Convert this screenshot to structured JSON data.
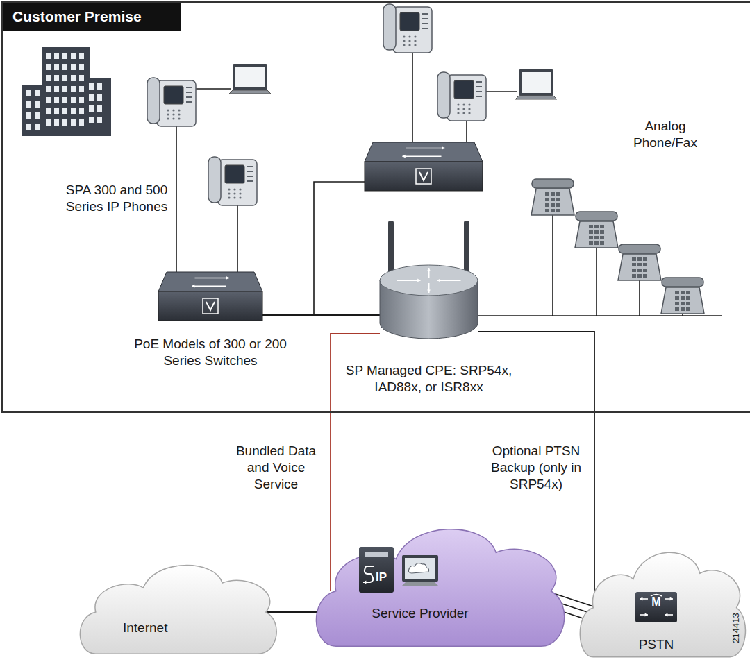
{
  "diagram": {
    "nodes": [
      {
        "text": [
          "Customer Premise"
        ]
      },
      {
        "text": [
          "PoE Models of 300 or 200 Series Switches"
        ],
        "in": 0
      },
      {
        "text": [
          "SP Managed CPE: SRP54x, IAD88x, or ISR8xx"
        ],
        "in": 0
      },
      {
        "text": [
          "Internet"
        ]
      },
      {
        "text": [
          "Service Provider"
        ]
      },
      {
        "text": [
          "PSTN"
        ]
      }
    ],
    "edges": [
      {
        "from": 1,
        "to": 2,
        "arrow": "none"
      },
      {
        "from": 2,
        "to": 4,
        "arrow": "none",
        "label": "Bundled Data and Voice Service"
      },
      {
        "from": 2,
        "to": 5,
        "arrow": "none",
        "label": "Optional PTSN Backup (only in SRP54x)"
      },
      {
        "from": 3,
        "to": 4,
        "arrow": "none"
      },
      {
        "from": 4,
        "to": 5,
        "arrow": "none"
      }
    ],
    "labels": [
      "SPA 300 and 500 Series IP Phones",
      "Analog Phone/Fax",
      "IP",
      "M",
      "214413"
    ]
  }
}
